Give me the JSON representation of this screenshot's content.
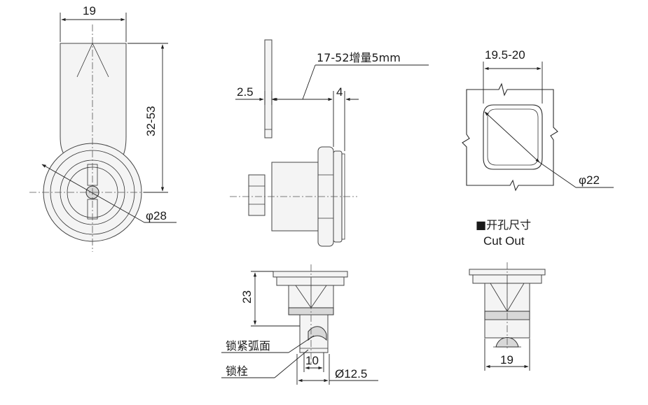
{
  "left_view": {
    "width": "19",
    "height": "32-53",
    "diameter": "φ28"
  },
  "side_view": {
    "plate_thickness": "2.5",
    "range": "17-52增量5mm",
    "flange": "4"
  },
  "cutout": {
    "width": "19.5-20",
    "diameter": "φ22",
    "title_cn": "■开孔尺寸",
    "title_en": "Cut Out"
  },
  "bottom_view": {
    "height": "23",
    "bolt_width": "10",
    "bolt_diameter": "Ø12.5",
    "note_arc": "锁紧弧面",
    "note_bolt": "锁栓"
  },
  "bottom_right": {
    "width": "19"
  }
}
